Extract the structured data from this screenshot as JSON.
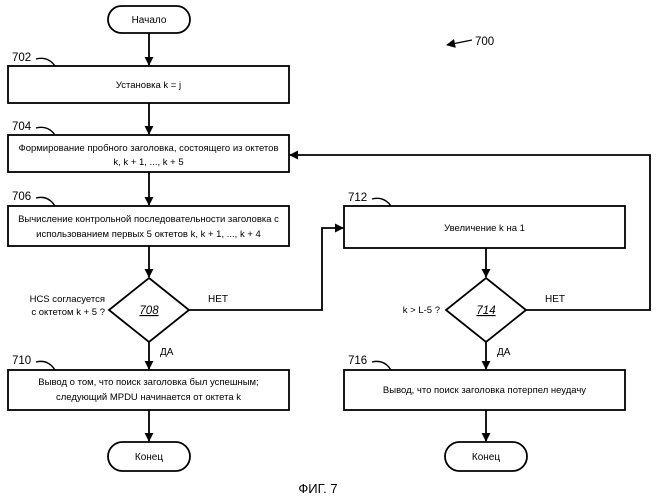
{
  "figure": {
    "number": "700",
    "caption": "ФИГ. 7"
  },
  "nodes": {
    "start": {
      "text": "Начало"
    },
    "n702": {
      "ref": "702",
      "text": "Установка k = j"
    },
    "n704": {
      "ref": "704",
      "line1": "Формирование пробного заголовка, состоящего из октетов",
      "line2": "k, k + 1, ..., k + 5"
    },
    "n706": {
      "ref": "706",
      "line1": "Вычисление контрольной последовательности заголовка с",
      "line2": "использованием первых 5 октетов k, k + 1, ..., k + 4"
    },
    "n708": {
      "ref": "708",
      "question1": "HCS согласуется",
      "question2": "с октетом k + 5 ?",
      "yes": "ДА",
      "no": "НЕТ"
    },
    "n710": {
      "ref": "710",
      "line1": "Вывод о том, что поиск заголовка был успешным;",
      "line2": "следующий MPDU начинается от октета k"
    },
    "end1": {
      "text": "Конец"
    },
    "n712": {
      "ref": "712",
      "text": "Увеличение k на 1"
    },
    "n714": {
      "ref": "714",
      "question": "k > L-5 ?",
      "yes": "ДА",
      "no": "НЕТ"
    },
    "n716": {
      "ref": "716",
      "text": "Вывод, что поиск заголовка потерпел неудачу"
    },
    "end2": {
      "text": "Конец"
    }
  }
}
